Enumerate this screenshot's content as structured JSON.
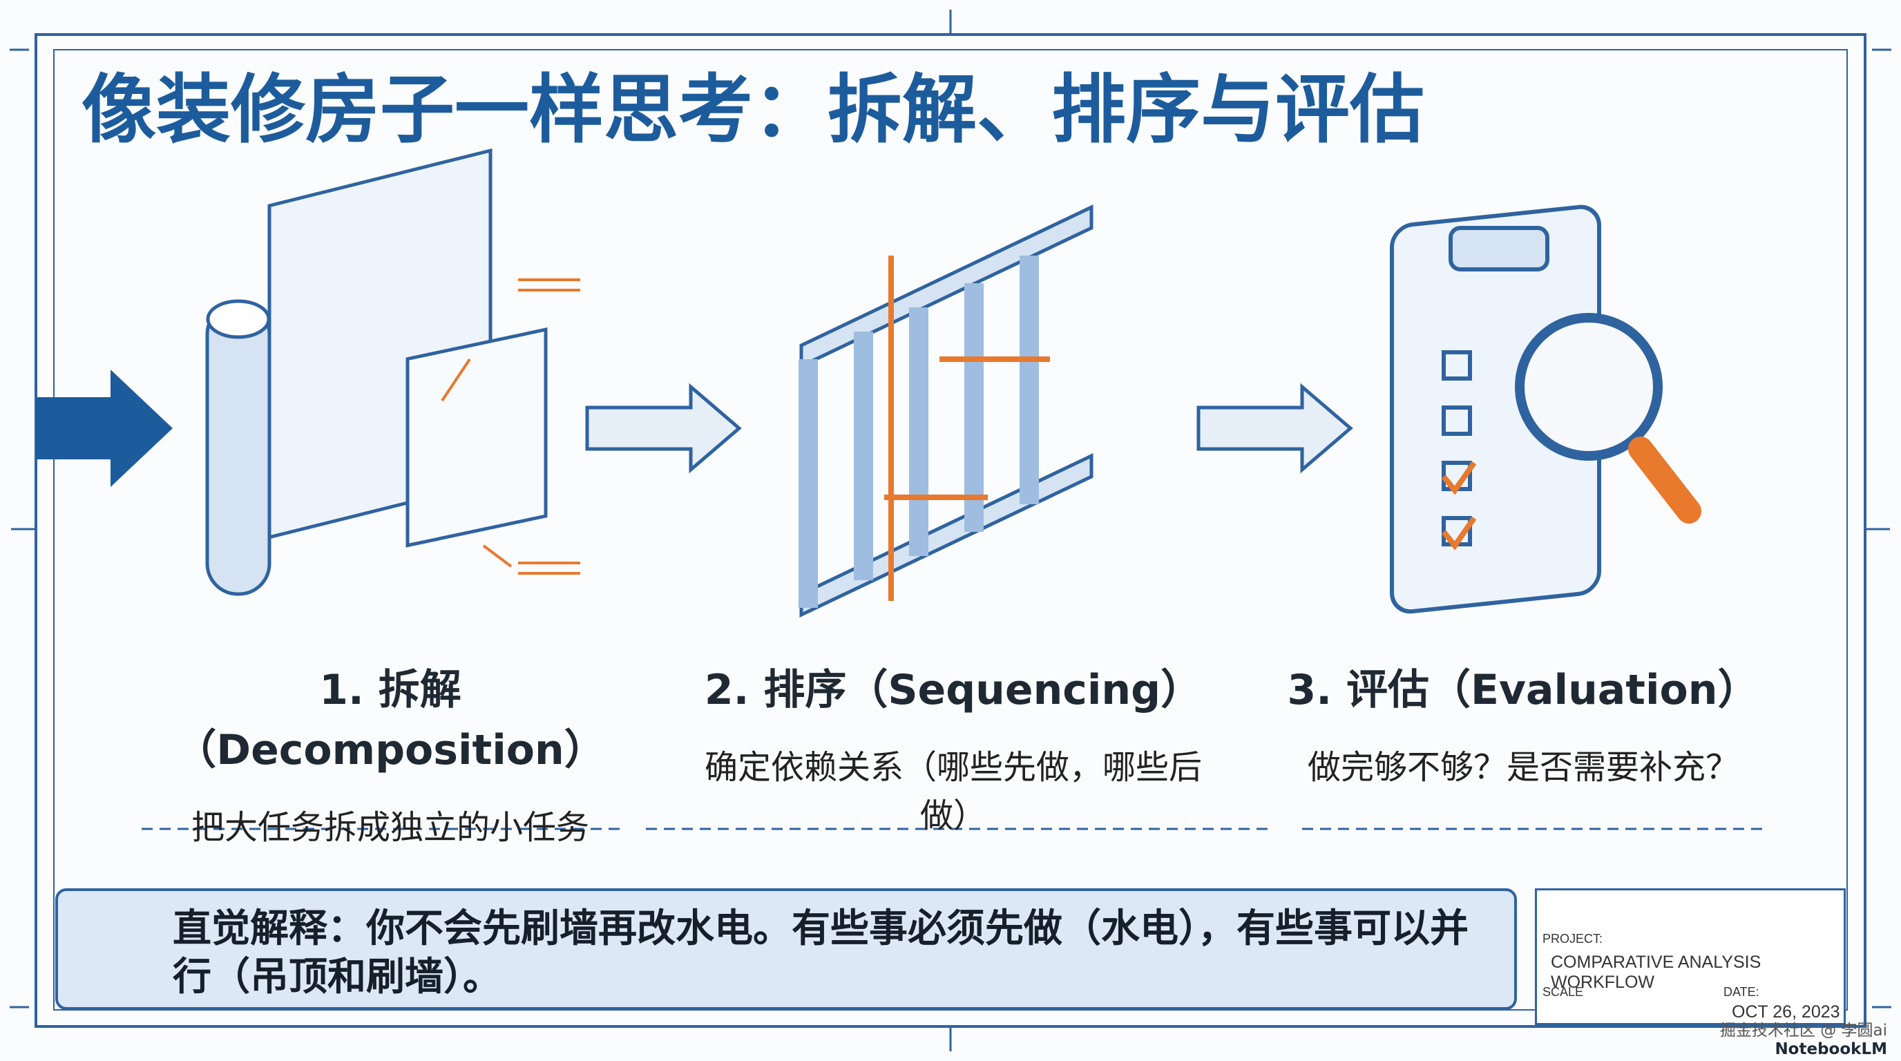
{
  "title": "像装修房子一样思考：拆解、排序与评估",
  "steps": [
    {
      "heading": "1. 拆解（Decomposition）",
      "description": "把大任务拆成独立的小任务"
    },
    {
      "heading": "2. 排序（Sequencing）",
      "description": "确定依赖关系（哪些先做，哪些后做）"
    },
    {
      "heading": "3. 评估（Evaluation）",
      "description": "做完够不够？是否需要补充？"
    }
  ],
  "callout": {
    "text": "直觉解释：你不会先刷墙再改水电。有些事必须先做（水电），有些事可以并行（吊顶和刷墙）。"
  },
  "title_block": {
    "project_label": "PROJECT:",
    "project_value": "COMPARATIVE ANALYSIS WORKFLOW",
    "scale_label": "SCALE",
    "date_label": "DATE:",
    "date_value": "OCT 26, 2023"
  },
  "watermark": {
    "line1": "掘金技术社区 @ 李圆ai",
    "line2": "NotebookLM"
  },
  "colors": {
    "blue": "#2f63a0",
    "orange": "#e8792d"
  }
}
